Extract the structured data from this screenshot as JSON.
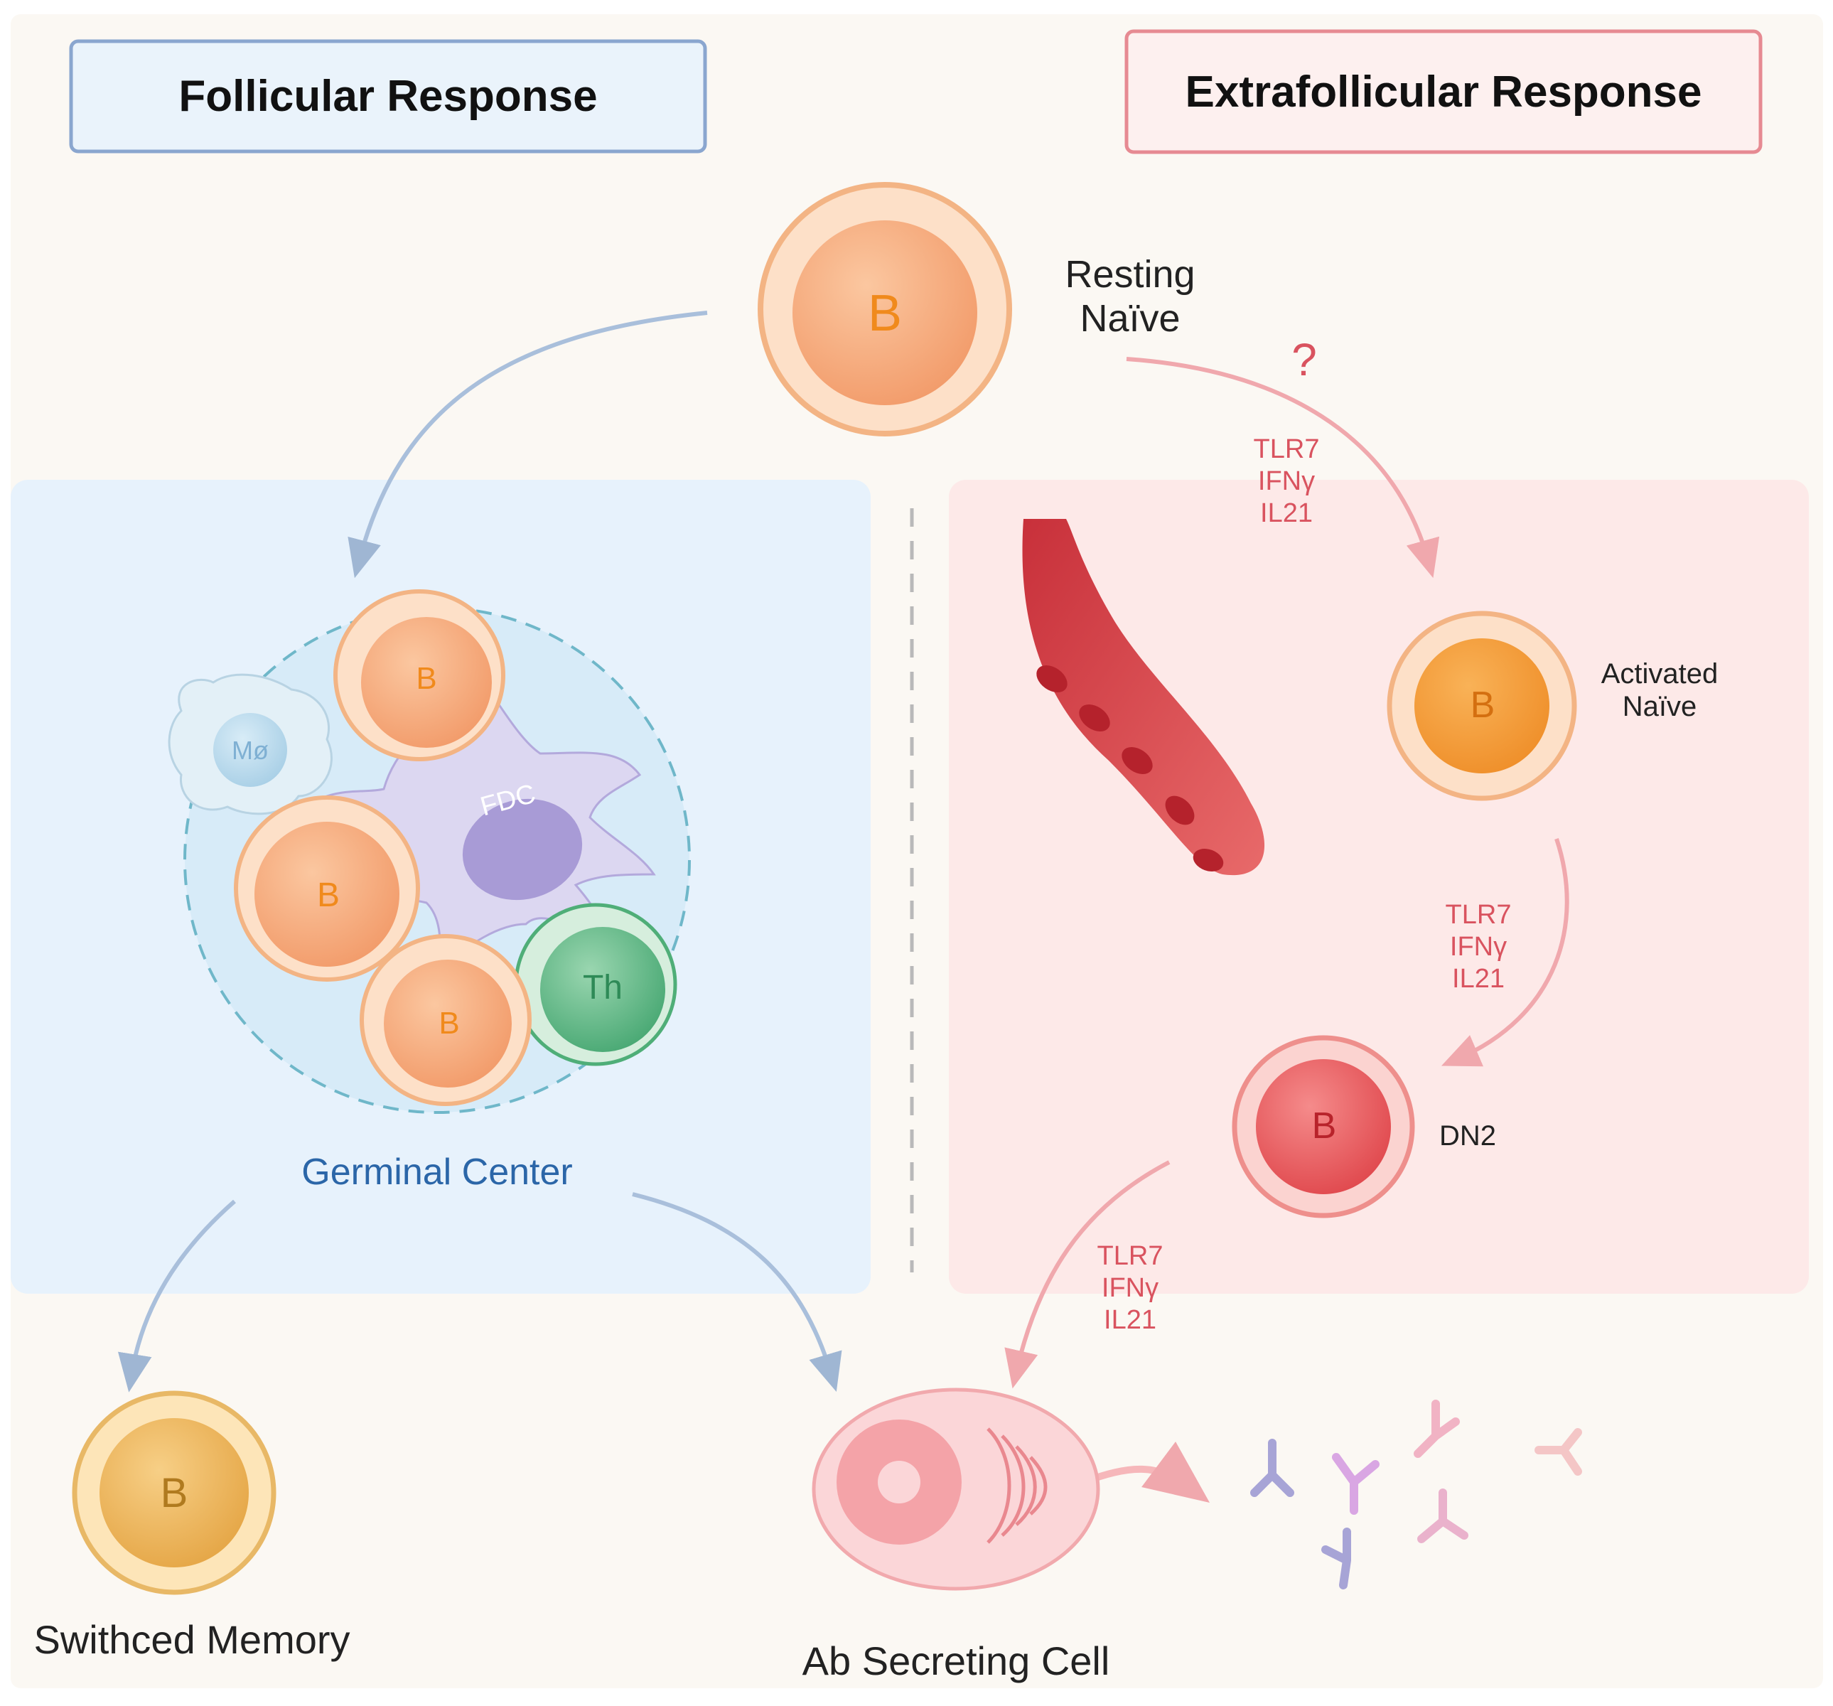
{
  "headers": {
    "follicular": "Follicular Response",
    "extrafollicular": "Extrafollicular Response"
  },
  "cells": {
    "resting_naive": {
      "letter": "B",
      "label": "Resting\nNaïve"
    },
    "activated_naive": {
      "letter": "B",
      "label": "Activated\nNaïve"
    },
    "dn2": {
      "letter": "B",
      "label": "DN2"
    },
    "switched_memory": {
      "letter": "B",
      "label": "Swithced Memory"
    },
    "ab_secreting": {
      "label": "Ab Secreting Cell"
    },
    "gc_b1": {
      "letter": "B"
    },
    "gc_b2": {
      "letter": "B"
    },
    "gc_b3": {
      "letter": "B"
    },
    "macrophage": {
      "letter": "Mø"
    },
    "fdc": {
      "letter": "FDC"
    },
    "th": {
      "letter": "Th"
    }
  },
  "germinal_center": "Germinal Center",
  "question_mark": "?",
  "cytokines": {
    "step1": "TLR7\nIFNγ\nIL21",
    "step2": "TLR7\nIFNγ\nIL21",
    "step3": "TLR7\nIFNγ\nIL21"
  },
  "colors": {
    "follicular_accent": "#8aa6cf",
    "extrafollicular_accent": "#e68a92",
    "germinal_center_text": "#2b66a8",
    "cytokine_text": "#d9535f",
    "b_cell_letter": "#f08a1c"
  }
}
